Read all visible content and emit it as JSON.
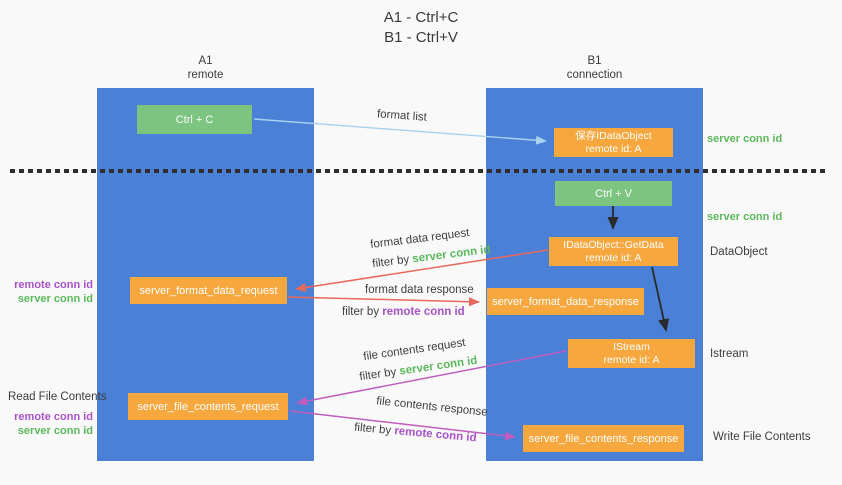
{
  "title": {
    "line1": "A1 - Ctrl+C",
    "line2": "B1 - Ctrl+V"
  },
  "lifelines": {
    "a1": {
      "name": "A1",
      "role": "remote"
    },
    "b1": {
      "name": "B1",
      "role": "connection"
    }
  },
  "boxes": {
    "ctrl_c": {
      "label": "Ctrl + C"
    },
    "ctrl_v": {
      "label": "Ctrl + V"
    },
    "save_idataobject": {
      "line1": "保存IDataObject",
      "line2": "remote id: A"
    },
    "getdata": {
      "line1": "IDataObject::GetData",
      "line2": "remote id: A"
    },
    "istream": {
      "line1": "IStream",
      "line2": "remote id: A"
    },
    "server_format_data_request": {
      "label": "server_format_data_request"
    },
    "server_format_data_response": {
      "label": "server_format_data_response"
    },
    "server_file_contents_request": {
      "label": "server_file_contents_request"
    },
    "server_file_contents_response": {
      "label": "server_file_contents_response"
    }
  },
  "labels": {
    "format_list": "format list",
    "format_data_request": "format data request",
    "format_data_response": "format data response",
    "file_contents_request": "file contents request",
    "file_contents_response": "file contents response",
    "filter_by": "filter by",
    "server_conn_id": "server conn id",
    "remote_conn_id": "remote conn id",
    "dataobject": "DataObject",
    "istream": "Istream",
    "read_file_contents": "Read File Contents",
    "write_file_contents": "Write File Contents"
  },
  "colors": {
    "lifeline_blue": "#4a80d6",
    "box_green": "#7cc47f",
    "box_orange": "#f6a73e",
    "text_green": "#5cb85c",
    "text_purple": "#a952c8",
    "arrow_red": "#e8685c",
    "arrow_magenta": "#c05ec0",
    "arrow_blue": "#a8d2ee",
    "arrow_black": "#2b2b2b"
  }
}
